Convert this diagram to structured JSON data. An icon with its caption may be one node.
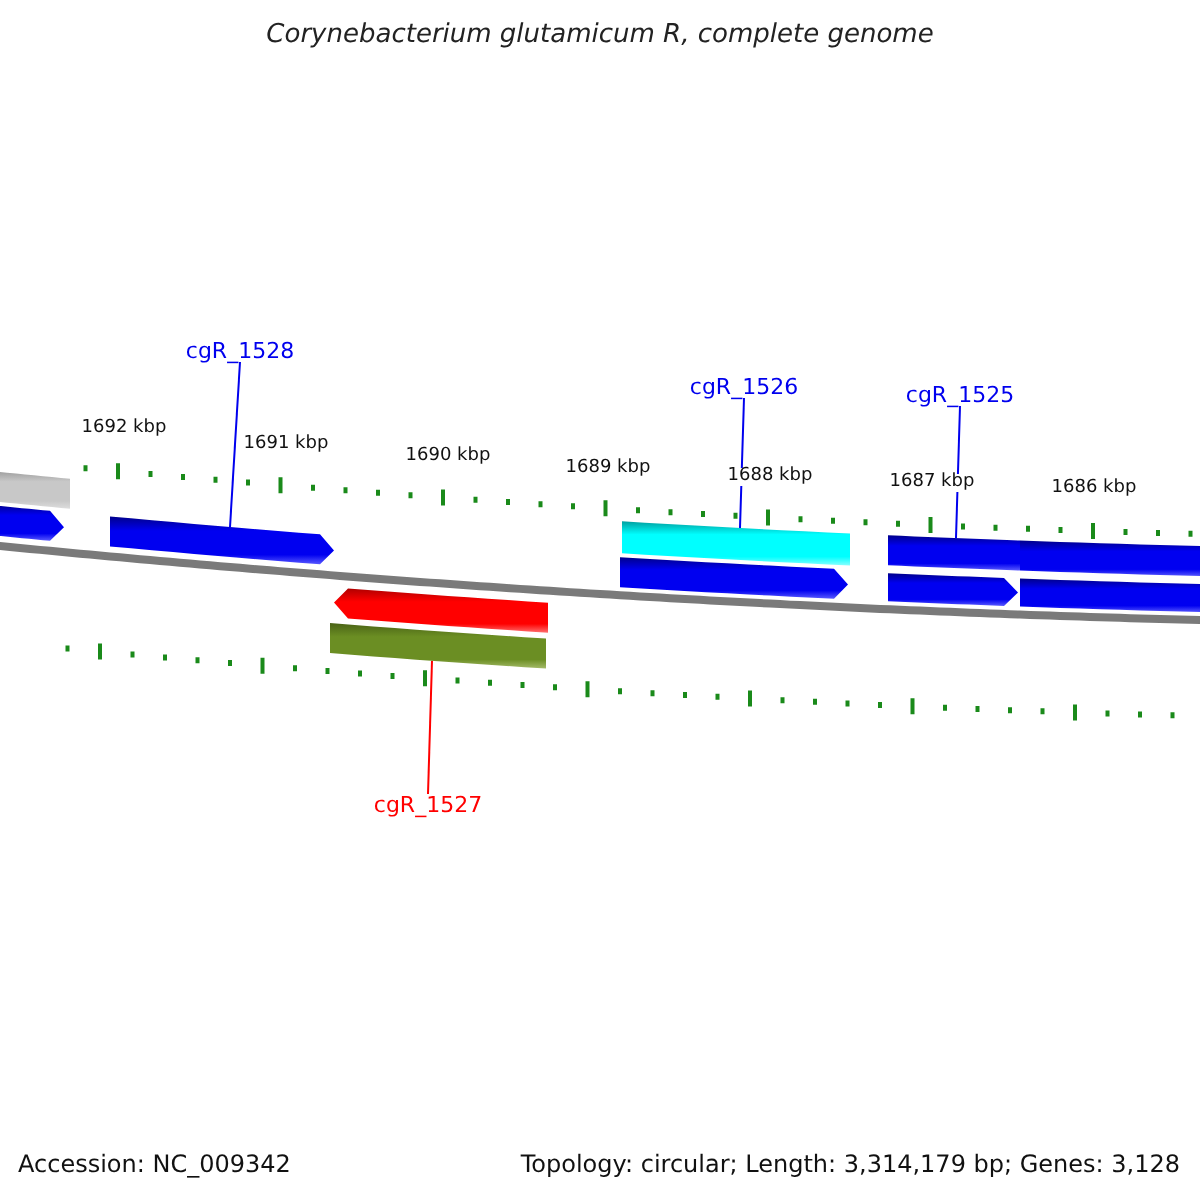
{
  "diagram": {
    "title": "Corynebacterium glutamicum R, complete genome",
    "nodes": [
      {
        "text": [
          "cgR_1528"
        ]
      },
      {
        "text": [
          "cgR_1526"
        ]
      },
      {
        "text": [
          "cgR_1525"
        ]
      },
      {
        "text": [
          "cgR_1527"
        ]
      },
      {
        "text": [],
        "shape": "bar"
      },
      {
        "text": [],
        "shape": "bar"
      },
      {
        "text": [],
        "shape": "bar"
      },
      {
        "text": [],
        "shape": "bar"
      },
      {
        "text": [],
        "shape": "bar"
      },
      {
        "text": [],
        "shape": "bar"
      },
      {
        "text": [],
        "shape": "bar"
      },
      {
        "text": [],
        "shape": "bar"
      },
      {
        "text": [],
        "shape": "bar"
      },
      {
        "text": [],
        "shape": "bar"
      },
      {
        "text": [],
        "shape": "bar"
      }
    ],
    "edges": [
      {
        "from": 0,
        "to": 6,
        "arrow": "none"
      },
      {
        "from": 1,
        "to": 9,
        "arrow": "none"
      },
      {
        "from": 2,
        "to": 11,
        "arrow": "none"
      },
      {
        "from": 3,
        "to": 8,
        "arrow": "none",
        "color": "#ff0000"
      }
    ],
    "labels": [
      "1692 kbp",
      "1691 kbp",
      "1690 kbp",
      "1689 kbp",
      "1688 kbp",
      "1687 kbp",
      "1686 kbp",
      "Accession: NC_009342",
      "Topology: circular; Length: 3,314,179 bp; Genes: 3,128"
    ]
  }
}
